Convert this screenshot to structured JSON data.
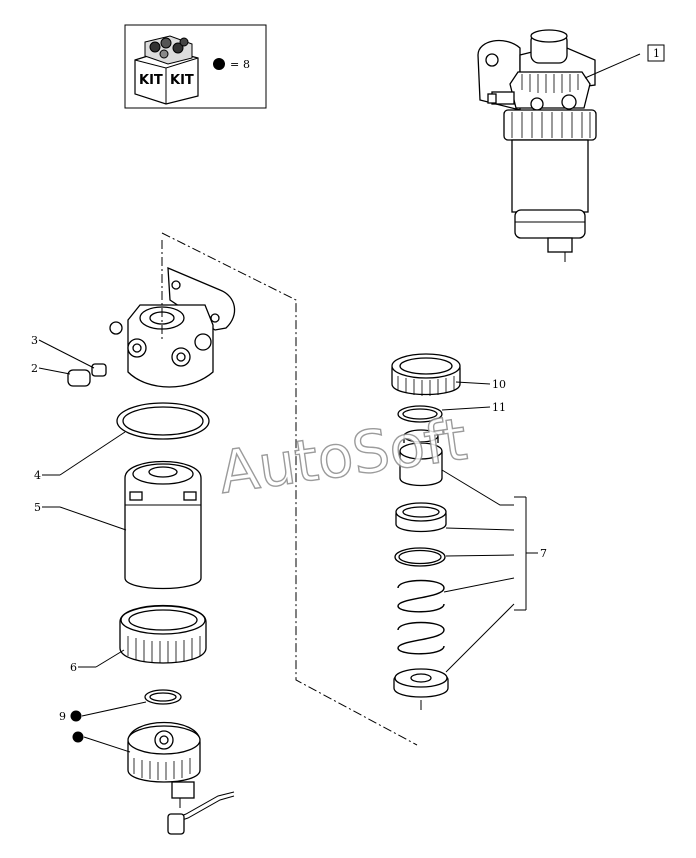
{
  "kit_box": {
    "kit_label_1": "KIT",
    "kit_label_2": "KIT",
    "equals": "=",
    "kit_number": "8"
  },
  "assembly_ref": "1",
  "callouts": {
    "c2": "2",
    "c3": "3",
    "c4": "4",
    "c5": "5",
    "c6": "6",
    "c7": "7",
    "c9": "9",
    "c10": "10",
    "c11": "11"
  },
  "watermark": "AutoSoft",
  "colors": {
    "line": "#000000",
    "background": "#ffffff",
    "watermark_stroke": "#8a8a8a"
  }
}
